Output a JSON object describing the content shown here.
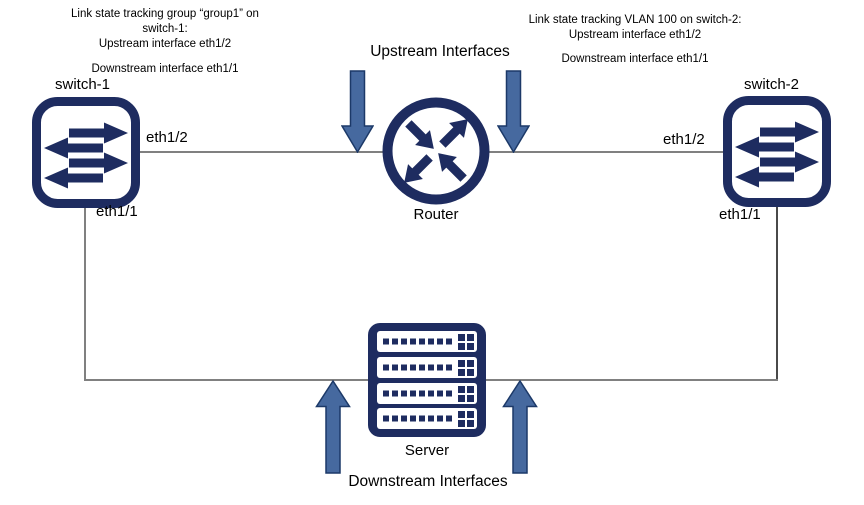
{
  "colors": {
    "navy": "#1E2C60",
    "arrow_fill": "#46699F",
    "arrow_stroke": "#1C3968",
    "line": "#808080",
    "line_dark": "#4A4A4A",
    "text": "#000000"
  },
  "annotations": {
    "left": {
      "lines": [
        "Link state tracking group “group1” on",
        "switch-1:",
        "Upstream interface eth1/2",
        "Downstream interface eth1/1"
      ]
    },
    "right": {
      "lines": [
        "Link state tracking VLAN 100 on switch-2:",
        "Upstream interface eth1/2",
        "Downstream interface eth1/1"
      ]
    }
  },
  "titles": {
    "upstream": "Upstream Interfaces",
    "downstream": "Downstream Interfaces"
  },
  "nodes": {
    "switch1": {
      "label": "switch-1",
      "eth12": "eth1/2",
      "eth11": "eth1/1"
    },
    "switch2": {
      "label": "switch-2",
      "eth12": "eth1/2",
      "eth11": "eth1/1"
    },
    "router": {
      "label": "Router"
    },
    "server": {
      "label": "Server"
    }
  }
}
